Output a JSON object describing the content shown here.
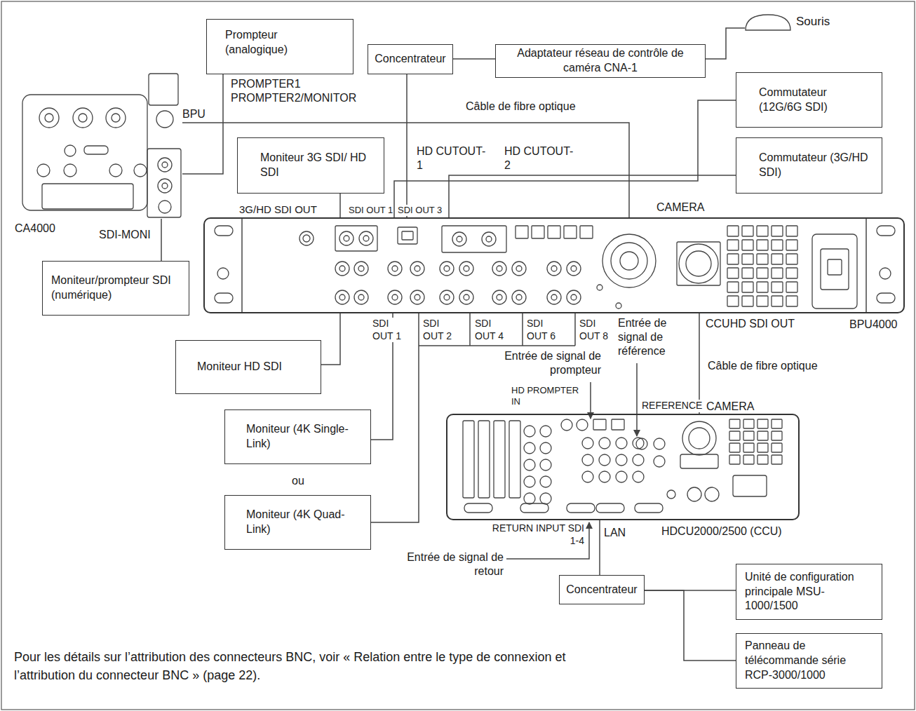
{
  "diagram": {
    "caption": "Pour les détails sur l’attribution des connecteurs BNC, voir « Relation entre le type de connexion et l’attribution du connecteur BNC » (page 22).",
    "nodes": [
      {
        "text": [
          "Prompteur (analogique)"
        ]
      },
      {
        "text": [
          "Concentrateur"
        ]
      },
      {
        "text": [
          "Adaptateur réseau de contrôle de caméra CNA-1"
        ]
      },
      {
        "text": [
          "Souris"
        ]
      },
      {
        "text": [
          "CA4000"
        ]
      },
      {
        "text": [
          "Moniteur 3G SDI/ HD SDI"
        ]
      },
      {
        "text": [
          "Commutateur (12G/6G SDI)"
        ]
      },
      {
        "text": [
          "Commutateur (3G/HD SDI)"
        ]
      },
      {
        "text": [
          "BPU4000"
        ]
      },
      {
        "text": [
          "Moniteur/prompteur SDI (numérique)"
        ]
      },
      {
        "text": [
          "Moniteur HD SDI"
        ]
      },
      {
        "text": [
          "Moniteur (4K Single-Link)"
        ]
      },
      {
        "text": [
          "Moniteur (4K Quad-Link)"
        ]
      },
      {
        "text": [
          "HDCU2000/2500 (CCU)"
        ]
      },
      {
        "text": [
          "Concentrateur"
        ]
      },
      {
        "text": [
          "Unité de configuration principale MSU-1000/1500"
        ]
      },
      {
        "text": [
          "Panneau de télécommande série RCP-3000/1000"
        ]
      }
    ],
    "edges": [
      {
        "from": 0,
        "to": 4,
        "arrow": "none"
      },
      {
        "from": 9,
        "to": 4,
        "arrow": "none"
      },
      {
        "from": 4,
        "to": 8,
        "label": "Câble de fibre optique",
        "arrow": "none"
      },
      {
        "from": 1,
        "to": 8,
        "arrow": "none"
      },
      {
        "from": 1,
        "to": 2,
        "arrow": "none"
      },
      {
        "from": 2,
        "to": 3,
        "arrow": "none"
      },
      {
        "from": 5,
        "to": 8,
        "arrow": "none"
      },
      {
        "from": 6,
        "to": 8,
        "arrow": "none"
      },
      {
        "from": 7,
        "to": 8,
        "arrow": "none"
      },
      {
        "from": 8,
        "to": 10,
        "arrow": "none"
      },
      {
        "from": 8,
        "to": 11,
        "arrow": "none"
      },
      {
        "from": 8,
        "to": 12,
        "arrow": "none"
      },
      {
        "from": 8,
        "to": 13,
        "label": "Câble de fibre optique",
        "arrow": "none"
      },
      {
        "from": 14,
        "to": 13,
        "arrow": "none"
      },
      {
        "from": 14,
        "to": 15,
        "arrow": "none"
      },
      {
        "from": 14,
        "to": 16,
        "arrow": "none"
      }
    ],
    "labels": [
      "PROMPTER1",
      "PROMPTER2/MONITOR",
      "BPU",
      "SDI-MONI",
      "HD CUTOUT-1",
      "HD CUTOUT-2",
      "3G/HD SDI OUT",
      "SDI OUT 1",
      "SDI OUT 3",
      "CAMERA",
      "SDI OUT 1",
      "SDI OUT 2",
      "SDI OUT 4",
      "SDI OUT 6",
      "SDI OUT 8",
      "Entrée de signal de référence",
      "CCUHD SDI OUT",
      "Entrée de signal de prompteur",
      "HD PROMPTER IN",
      "REFERENCE",
      "CAMERA",
      "ou",
      "RETURN INPUT SDI 1-4",
      "LAN",
      "Entrée de signal de retour"
    ]
  }
}
